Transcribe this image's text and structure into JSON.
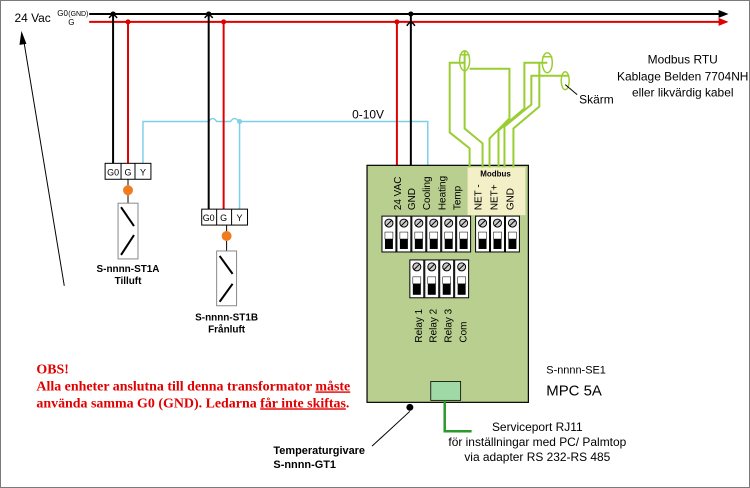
{
  "supply": {
    "voltage_label": "24 Vac",
    "g0_label": "G0",
    "gnd_label": "(GND)",
    "g_label": "G"
  },
  "modbus_cable": {
    "title": "Modbus RTU",
    "line1": "Kablage Belden 7704NH",
    "line2": "eller likvärdig kabel",
    "shield_label": "Skärm"
  },
  "signal_label": "0-10V",
  "sensor_a": {
    "terminals": [
      "G0",
      "G",
      "Y"
    ],
    "name": "S-nnnn-ST1A",
    "description": "Tilluft"
  },
  "sensor_b": {
    "terminals": [
      "G0",
      "G",
      "Y"
    ],
    "name": "S-nnnn-ST1B",
    "description": "Frånluft"
  },
  "controller": {
    "top_terminals": [
      "24 VAC",
      "GND",
      "Cooling",
      "Heating",
      "Temp",
      "NET -",
      "NET+",
      "GND"
    ],
    "modbus_group_label": "Modbus",
    "relay_terminals": [
      "Relay 1",
      "Relay 2",
      "Relay 3",
      "Com"
    ],
    "part_number": "S-nnnn-SE1",
    "model": "MPC 5A"
  },
  "service_port": {
    "line1": "Serviceport RJ11",
    "line2": "för inställningar med PC/ Palmtop",
    "line3": "via adapter RS 232-RS 485"
  },
  "temp_sensor": {
    "line1": "Temperaturgivare",
    "line2": "S-nnnn-GT1"
  },
  "warning": {
    "title": "OBS!",
    "line1_part1": "Alla enheter anslutna till denna transformator ",
    "line1_emph": "måste",
    "line2_part1": "använda samma G0 (GND). Ledarna ",
    "line2_emph": "får inte skiftas",
    "line2_end": "."
  },
  "colors": {
    "supply_wire": "#e00000",
    "ground_wire": "#000000",
    "signal_wire": "#7fcfe6",
    "modbus_wire": "#9acd32",
    "controller_fill": "#b9cf8f",
    "warning_text": "#e00000",
    "indicator": "#f07c1e",
    "port_fill": "#9fd9a5",
    "port_lead": "#2a9a2a"
  }
}
